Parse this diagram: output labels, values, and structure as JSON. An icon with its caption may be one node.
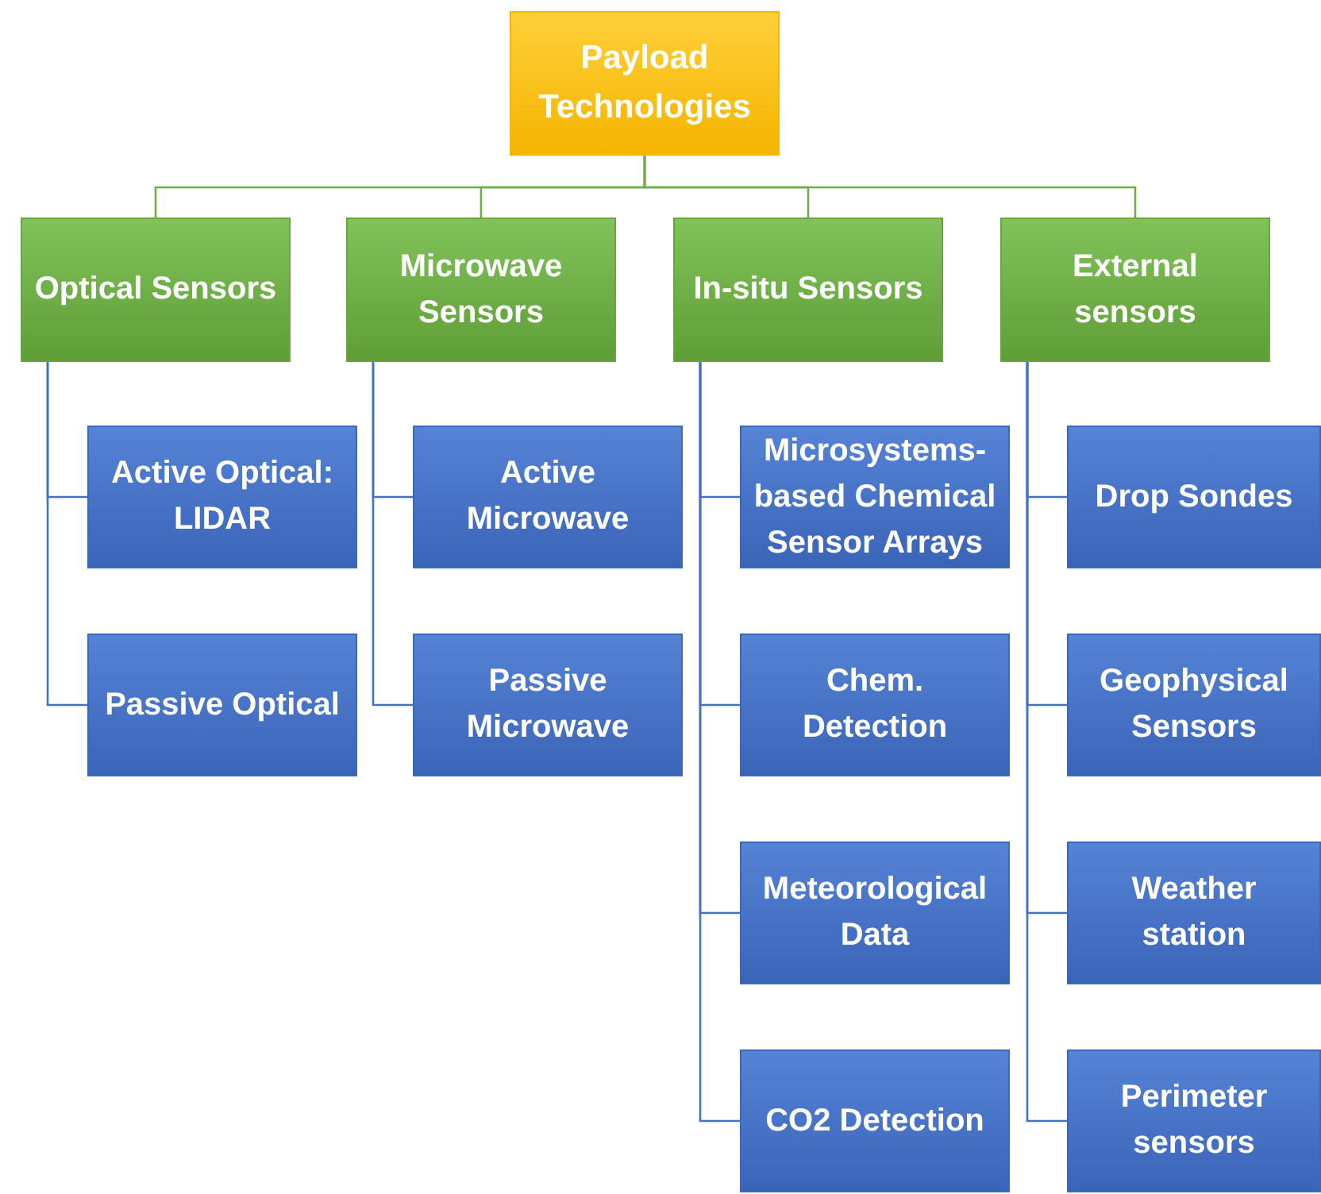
{
  "diagram": {
    "nodes": [
      {
        "text": [
          "Payload Technologies"
        ]
      },
      {
        "text": [
          "Optical Sensors"
        ]
      },
      {
        "text": [
          "Microwave Sensors"
        ]
      },
      {
        "text": [
          "In-situ Sensors"
        ]
      },
      {
        "text": [
          "External sensors"
        ]
      },
      {
        "text": [
          "Active Optical: LIDAR"
        ]
      },
      {
        "text": [
          "Passive Optical"
        ]
      },
      {
        "text": [
          "Active Microwave"
        ]
      },
      {
        "text": [
          "Passive Microwave"
        ]
      },
      {
        "text": [
          "Microsystems-based Chemical Sensor Arrays"
        ]
      },
      {
        "text": [
          "Chem. Detection"
        ]
      },
      {
        "text": [
          "Meteorological Data"
        ]
      },
      {
        "text": [
          "CO2 Detection"
        ]
      },
      {
        "text": [
          "Drop Sondes"
        ]
      },
      {
        "text": [
          "Geophysical Sensors"
        ]
      },
      {
        "text": [
          "Weather station"
        ]
      },
      {
        "text": [
          "Perimeter sensors"
        ]
      }
    ],
    "edges": [
      {
        "from": 0,
        "to": 1,
        "arrow": "none",
        "color": "#70ad47"
      },
      {
        "from": 0,
        "to": 2,
        "arrow": "none",
        "color": "#70ad47"
      },
      {
        "from": 0,
        "to": 3,
        "arrow": "none",
        "color": "#70ad47"
      },
      {
        "from": 0,
        "to": 4,
        "arrow": "none",
        "color": "#70ad47"
      },
      {
        "from": 1,
        "to": 5,
        "arrow": "none"
      },
      {
        "from": 1,
        "to": 6,
        "arrow": "none"
      },
      {
        "from": 2,
        "to": 7,
        "arrow": "none"
      },
      {
        "from": 2,
        "to": 8,
        "arrow": "none"
      },
      {
        "from": 3,
        "to": 9,
        "arrow": "none"
      },
      {
        "from": 3,
        "to": 10,
        "arrow": "none"
      },
      {
        "from": 3,
        "to": 11,
        "arrow": "none"
      },
      {
        "from": 3,
        "to": 12,
        "arrow": "none"
      },
      {
        "from": 4,
        "to": 13,
        "arrow": "none"
      },
      {
        "from": 4,
        "to": 14,
        "arrow": "none"
      },
      {
        "from": 4,
        "to": 15,
        "arrow": "none"
      },
      {
        "from": 4,
        "to": 16,
        "arrow": "none"
      }
    ]
  }
}
